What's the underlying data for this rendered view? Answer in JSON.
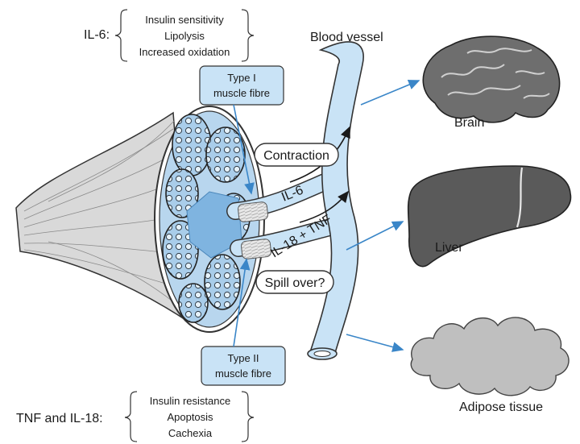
{
  "il6": {
    "prefix": "IL-6:",
    "effects": [
      "Insulin sensitivity",
      "Lipolysis",
      "Increased oxidation"
    ]
  },
  "tnf_il18": {
    "prefix": "TNF and IL-18:",
    "effects": [
      "Insulin resistance",
      "Apoptosis",
      "Cachexia"
    ]
  },
  "type1": [
    "Type I",
    "muscle fibre"
  ],
  "type2": [
    "Type II",
    "muscle fibre"
  ],
  "blood_vessel": "Blood vessel",
  "contraction": "Contraction",
  "spill_over": "Spill over?",
  "il6_flow": "IL-6",
  "il18_flow": "IL-18 + TNF",
  "organs": {
    "brain": "Brain",
    "liver": "Liver",
    "adipose": "Adipose tissue"
  },
  "colors": {
    "vessel": "#c9e3f6",
    "fibre": "#a9cdea",
    "organ_dark": "#5a5a5a",
    "arrow_blue": "#3a86c8"
  }
}
